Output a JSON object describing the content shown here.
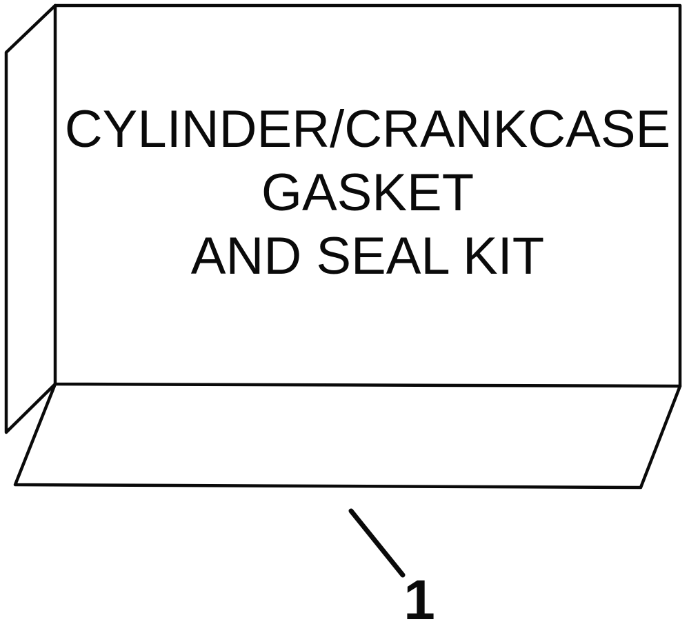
{
  "diagram": {
    "type": "parts-diagram",
    "box_label_lines": [
      "CYLINDER/CRANKCASE",
      "GASKET",
      "AND SEAL KIT"
    ],
    "part_number": "1",
    "colors": {
      "line": "#0a0a0a",
      "background": "#ffffff",
      "text": "#0a0a0a"
    }
  }
}
